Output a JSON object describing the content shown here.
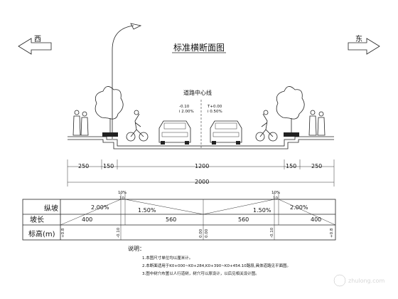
{
  "title": "标准横断面图",
  "direction_west": "西",
  "direction_east": "东",
  "centerline_label": "道路中心线",
  "left_slope_note": [
    "-0.10",
    "i 2.00%"
  ],
  "right_slope_note": [
    "T+0.00",
    "i 0.50%"
  ],
  "width_dimensions": [
    "250",
    "150",
    "1200",
    "150",
    "250"
  ],
  "total_width": "2000",
  "profile_table": {
    "row_labels": {
      "grade": "纵坡",
      "slope_length": "坡长",
      "elevation": "标高(m)"
    },
    "vertical_curve_marks": [
      "10%",
      "10",
      "10%",
      "10"
    ],
    "grades": [
      "2.00%",
      "1.50%",
      "1.50%",
      "2.00%"
    ],
    "slope_lengths": [
      "400",
      "560",
      "560",
      "400"
    ],
    "elevations": [
      "+0.8",
      "-0.10",
      "0.00",
      "0.00",
      "-0.10",
      "+0.8"
    ]
  },
  "notes": {
    "heading": "说明：",
    "items": [
      "1.本图尺寸单位均以厘米计。",
      "2.本断面适用于K0+000~K0+284,K0+390~K0+454.10路段,具体道路见平面图。",
      "3.图中树穴布置以人行道树，树穴可以原设计，以后见相关设计图。"
    ]
  },
  "watermark": "zhulong.com"
}
